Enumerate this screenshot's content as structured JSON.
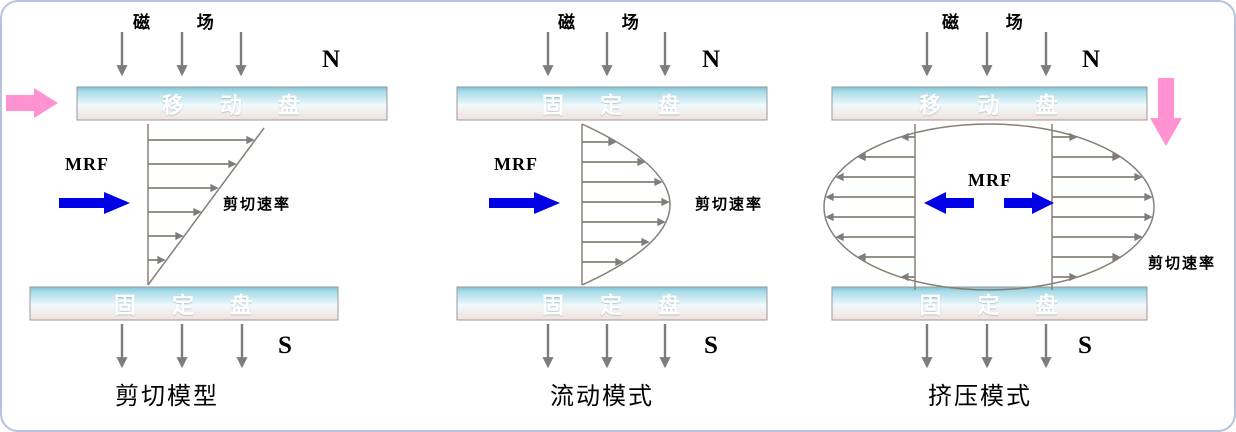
{
  "colors": {
    "arrow_gray": "#7d7d7d",
    "arrow_blue": "#0000e6",
    "arrow_pink": "#ff92d0",
    "plate_top": "#79c3d6",
    "plate_mid": "#eff9fb",
    "plate_bottom": "#f3e2de",
    "border": "#b6c3de"
  },
  "panels": [
    {
      "caption": "剪切模型",
      "field_label": "磁 场",
      "pole_top": "N",
      "pole_bottom": "S",
      "top_plate": "移 动 盘",
      "bottom_plate": "固 定 盘",
      "fluid_label": "MRF",
      "shear_label": "剪切速率"
    },
    {
      "caption": "流动模式",
      "field_label": "磁 场",
      "pole_top": "N",
      "pole_bottom": "S",
      "top_plate": "固 定 盘",
      "bottom_plate": "固 定 盘",
      "fluid_label": "MRF",
      "shear_label": "剪切速率"
    },
    {
      "caption": "挤压模式",
      "field_label": "磁 场",
      "pole_top": "N",
      "pole_bottom": "S",
      "top_plate": "移 动 盘",
      "bottom_plate": "固 定 盘",
      "fluid_label": "MRF",
      "shear_label": "剪切速率"
    }
  ]
}
